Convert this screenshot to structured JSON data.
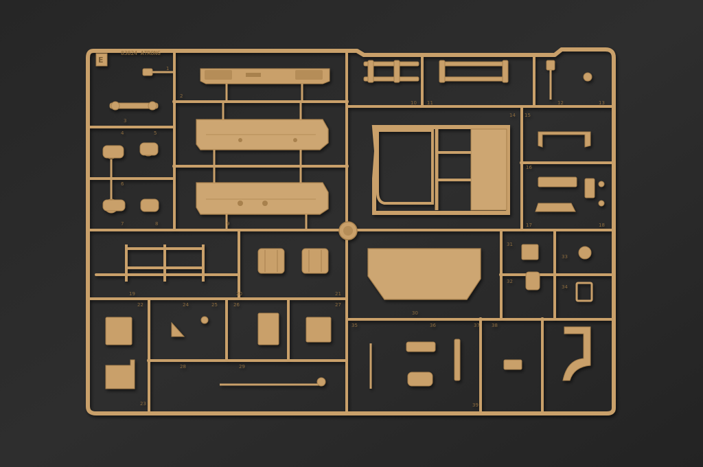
{
  "photo": {
    "background_color": "#2b2b2b",
    "plastic_color": "#c9a06a",
    "plastic_dark": "#a8814e",
    "plastic_light": "#d8b27c"
  },
  "sprue": {
    "letter": "E",
    "marking": "83824 ATRONG",
    "part_numbers": [
      "1",
      "2",
      "3",
      "4",
      "5",
      "6",
      "7",
      "8",
      "9",
      "10",
      "11",
      "12",
      "13",
      "14",
      "15",
      "16",
      "17",
      "18",
      "19",
      "20",
      "21",
      "22",
      "23",
      "24",
      "25",
      "26",
      "27",
      "28",
      "29",
      "30",
      "31",
      "32",
      "33",
      "34",
      "35",
      "36",
      "37",
      "38",
      "39"
    ]
  }
}
